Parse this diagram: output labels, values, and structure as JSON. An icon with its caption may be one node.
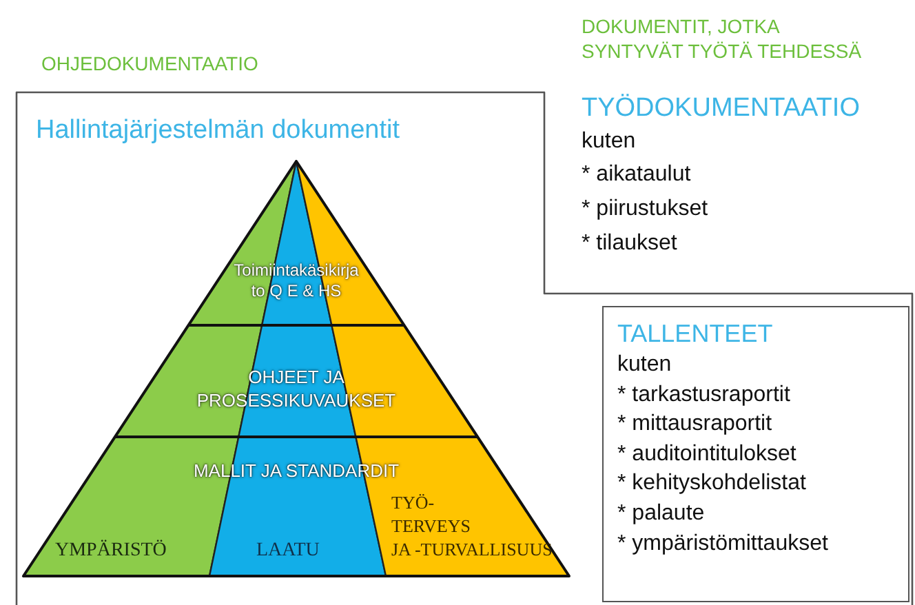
{
  "diagram": {
    "nodes": [
      {
        "text": [
          "Hallintajärjestelmän dokumentit"
        ]
      },
      {
        "text": [
          "Toimiintakäsikirja to Q E & HS",
          "OHJEET JA PROSESSIKUVAUKSET",
          "MALLIT JA STANDARDIT",
          "YMPÄRISTÖ",
          "LAATU",
          "TYÖ- TERVEYS JA -TURVALLISUUS"
        ],
        "in": 0
      },
      {
        "text": [
          "TALLENTEET",
          "kuten",
          "* tarkastusraportit",
          "* mittausraportit",
          "* auditointitulokset",
          "* kehityskohdelistat",
          "* palaute",
          "* ympäristömittaukset"
        ],
        "in": 0
      }
    ],
    "edges": [],
    "labels": [
      "DOKUMENTIT, JOTKA SYNTYVÄT TYÖTÄ TEHDESSÄ",
      "OHJEDOKUMENTAATIO",
      "TYÖDOKUMENTAATIO",
      "kuten",
      "* aikataulut",
      "* piirustukset",
      "* tilaukset"
    ]
  }
}
